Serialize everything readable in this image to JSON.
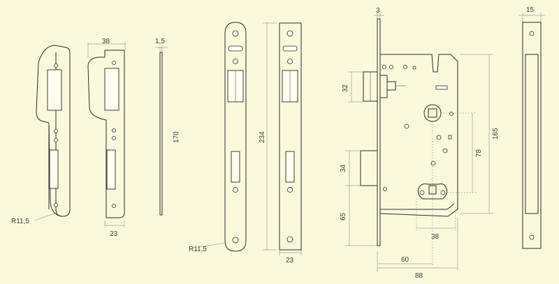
{
  "dimensions": {
    "strike_width": "38",
    "strike_foot": "23",
    "strike_radius": "R11,5",
    "strike_thickness": "1,5",
    "strike_length": "170",
    "faceplate_length": "234",
    "faceplate_width": "23",
    "faceplate_radius": "R11,5",
    "case_face": "3",
    "latch_height": "32",
    "deadbolt_height": "34",
    "bottom_offset": "65",
    "body_height": "165",
    "center_distance": "78",
    "key_width": "38",
    "backset": "60",
    "body_depth": "88",
    "side_thickness": "15"
  }
}
